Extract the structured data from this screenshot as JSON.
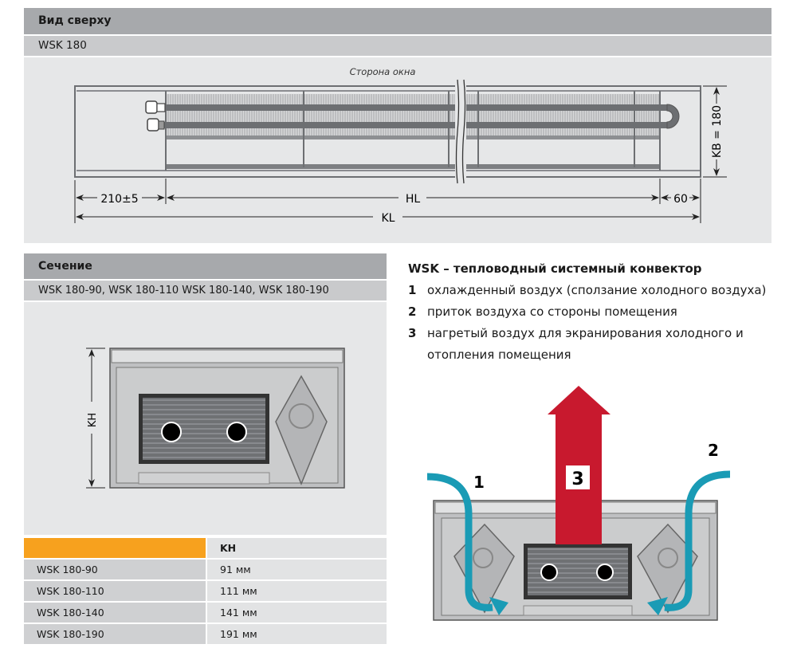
{
  "top_view": {
    "title": "Вид сверху",
    "model": "WSK 180",
    "window_side": "Сторона окна",
    "dim_left": "210±5",
    "dim_hl": "HL",
    "dim_right": "60",
    "dim_kl": "KL",
    "dim_kb": "KB = 180"
  },
  "section": {
    "title": "Сечение",
    "models": "WSK 180-90, WSK 180-110 WSK 180-140, WSK 180-190",
    "dim_kh": "KH",
    "table": {
      "header": [
        "",
        "KH"
      ],
      "rows": [
        [
          "WSK 180-90",
          "91 мм"
        ],
        [
          "WSK 180-110",
          "111 мм"
        ],
        [
          "WSK 180-140",
          "141 мм"
        ],
        [
          "WSK 180-190",
          "191 мм"
        ]
      ]
    }
  },
  "legend": {
    "title": "WSK – тепловодный системный конвектор",
    "items": [
      {
        "num": "1",
        "text": "охлажденный воздух (сползание холодного воздуха)"
      },
      {
        "num": "2",
        "text": "приток воздуха со стороны помещения"
      },
      {
        "num": "3",
        "text": "нагретый воздух для экранирования холодного и"
      },
      {
        "num": "",
        "text": "отопления помещения"
      }
    ]
  },
  "flow_diagram": {
    "label_1": "1",
    "label_2": "2",
    "label_3": "3"
  },
  "colors": {
    "orange": "#f7a11e",
    "red": "#c8192e",
    "blue": "#1a9bb5"
  }
}
